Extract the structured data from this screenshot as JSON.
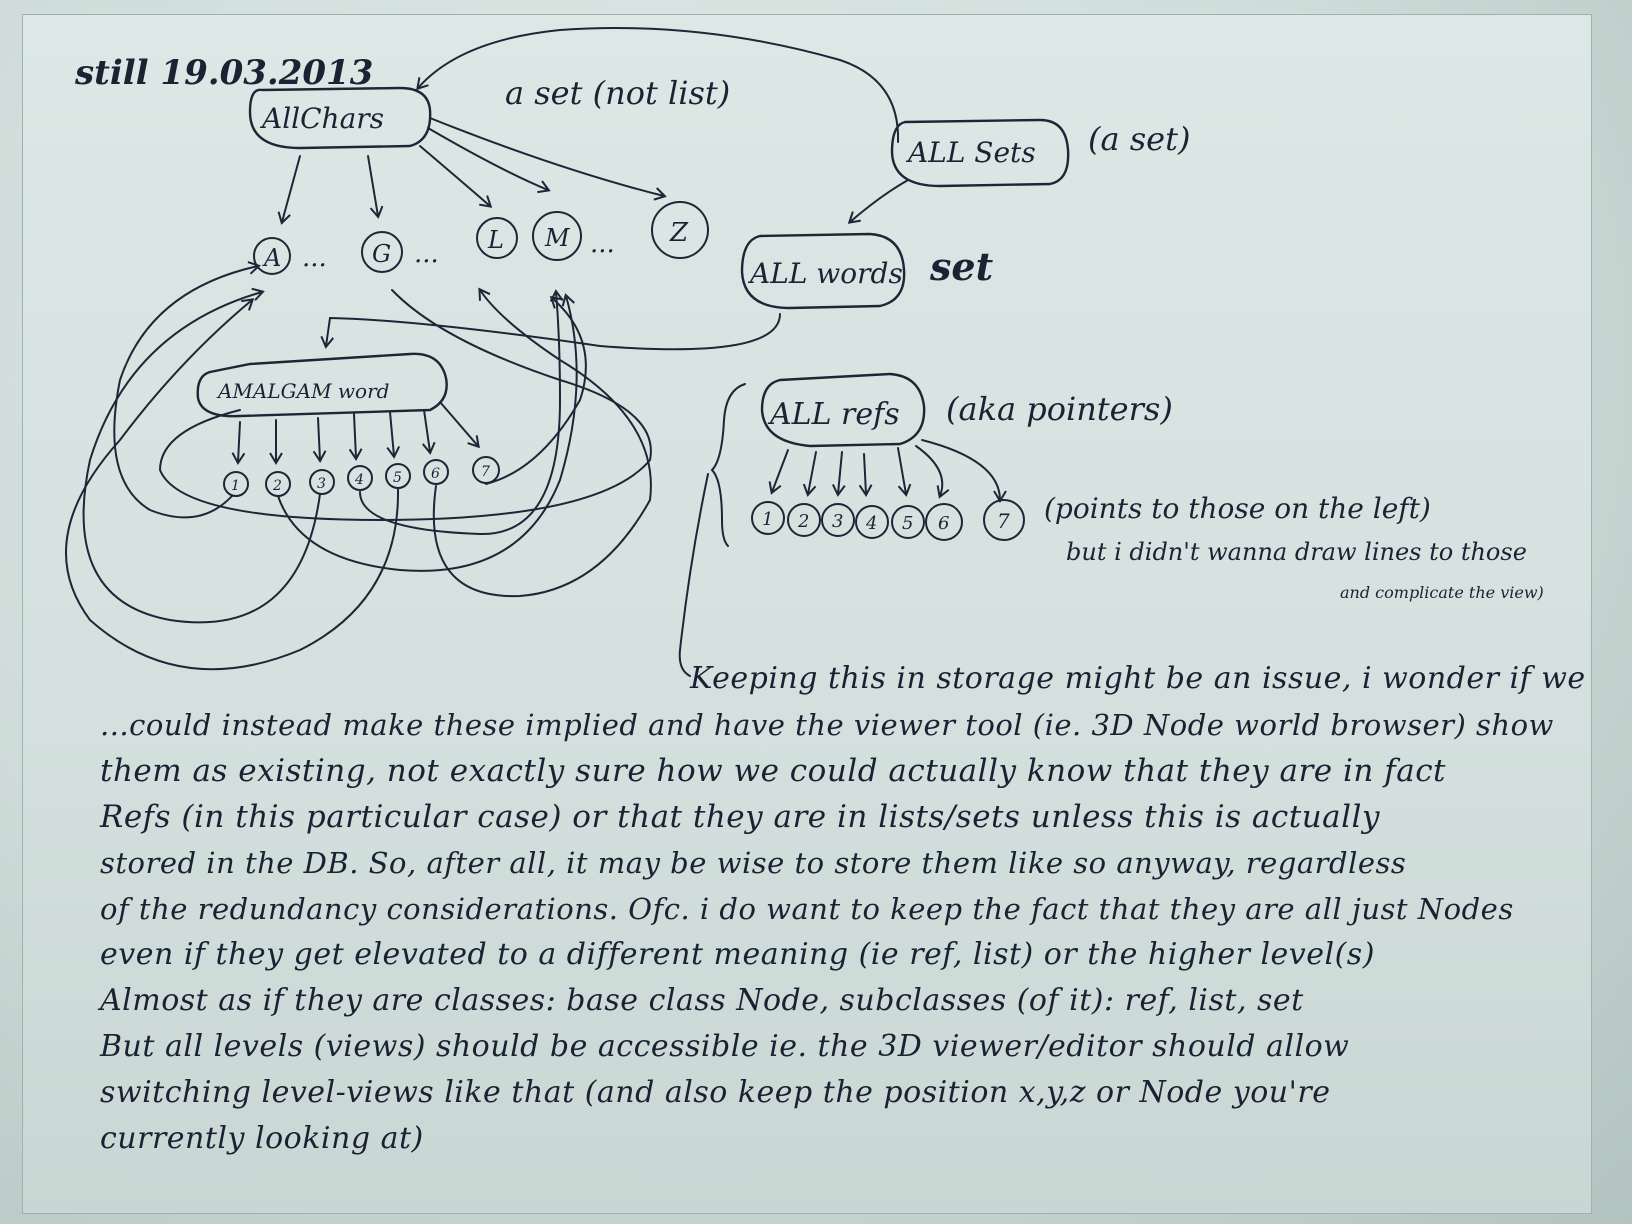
{
  "header": {
    "date": "still 19.03.2013"
  },
  "nodes": {
    "all_chars": "AllChars",
    "all_chars_note": "a set (not list)",
    "all_sets": "ALL Sets",
    "all_sets_note": "(a set)",
    "all_words": "ALL words",
    "all_words_note": "set",
    "amalgam": "AMALGAM word",
    "all_refs": "ALL refs",
    "all_refs_note": "(aka pointers)",
    "letters": [
      "A",
      "G",
      "L",
      "M",
      "Z"
    ],
    "amalgam_items": [
      "1",
      "2",
      "3",
      "4",
      "5",
      "6",
      "7"
    ],
    "ref_items": [
      "1",
      "2",
      "3",
      "4",
      "5",
      "6",
      "7"
    ]
  },
  "refs_side_note": {
    "line1": "(points to those on the left)",
    "line2": "but i didn't wanna draw lines to those",
    "line3": "and complicate the view)"
  },
  "notes": {
    "lines": [
      "Keeping this in storage might be an issue, i wonder if we",
      "...could instead make these implied and have the viewer tool (ie. 3D Node world browser) show",
      "them as existing, not exactly sure how we could actually know that they are in fact",
      "Refs (in this particular case) or that they are in lists/sets unless this is actually",
      "stored in the DB. So, after all, it may be wise to store them like so anyway, regardless",
      "of the redundancy considerations. Ofc. i do want to keep the fact that they are all just Nodes",
      "even if they get elevated to a different meaning (ie ref, list) or the higher level(s)",
      "Almost as if they are classes: base class Node, subclasses (of it): ref, list, set",
      "But all levels (views) should be accessible ie. the 3D viewer/editor should allow",
      "switching level-views like that (and also keep the position x,y,z or Node you're",
      "currently looking at)"
    ]
  }
}
